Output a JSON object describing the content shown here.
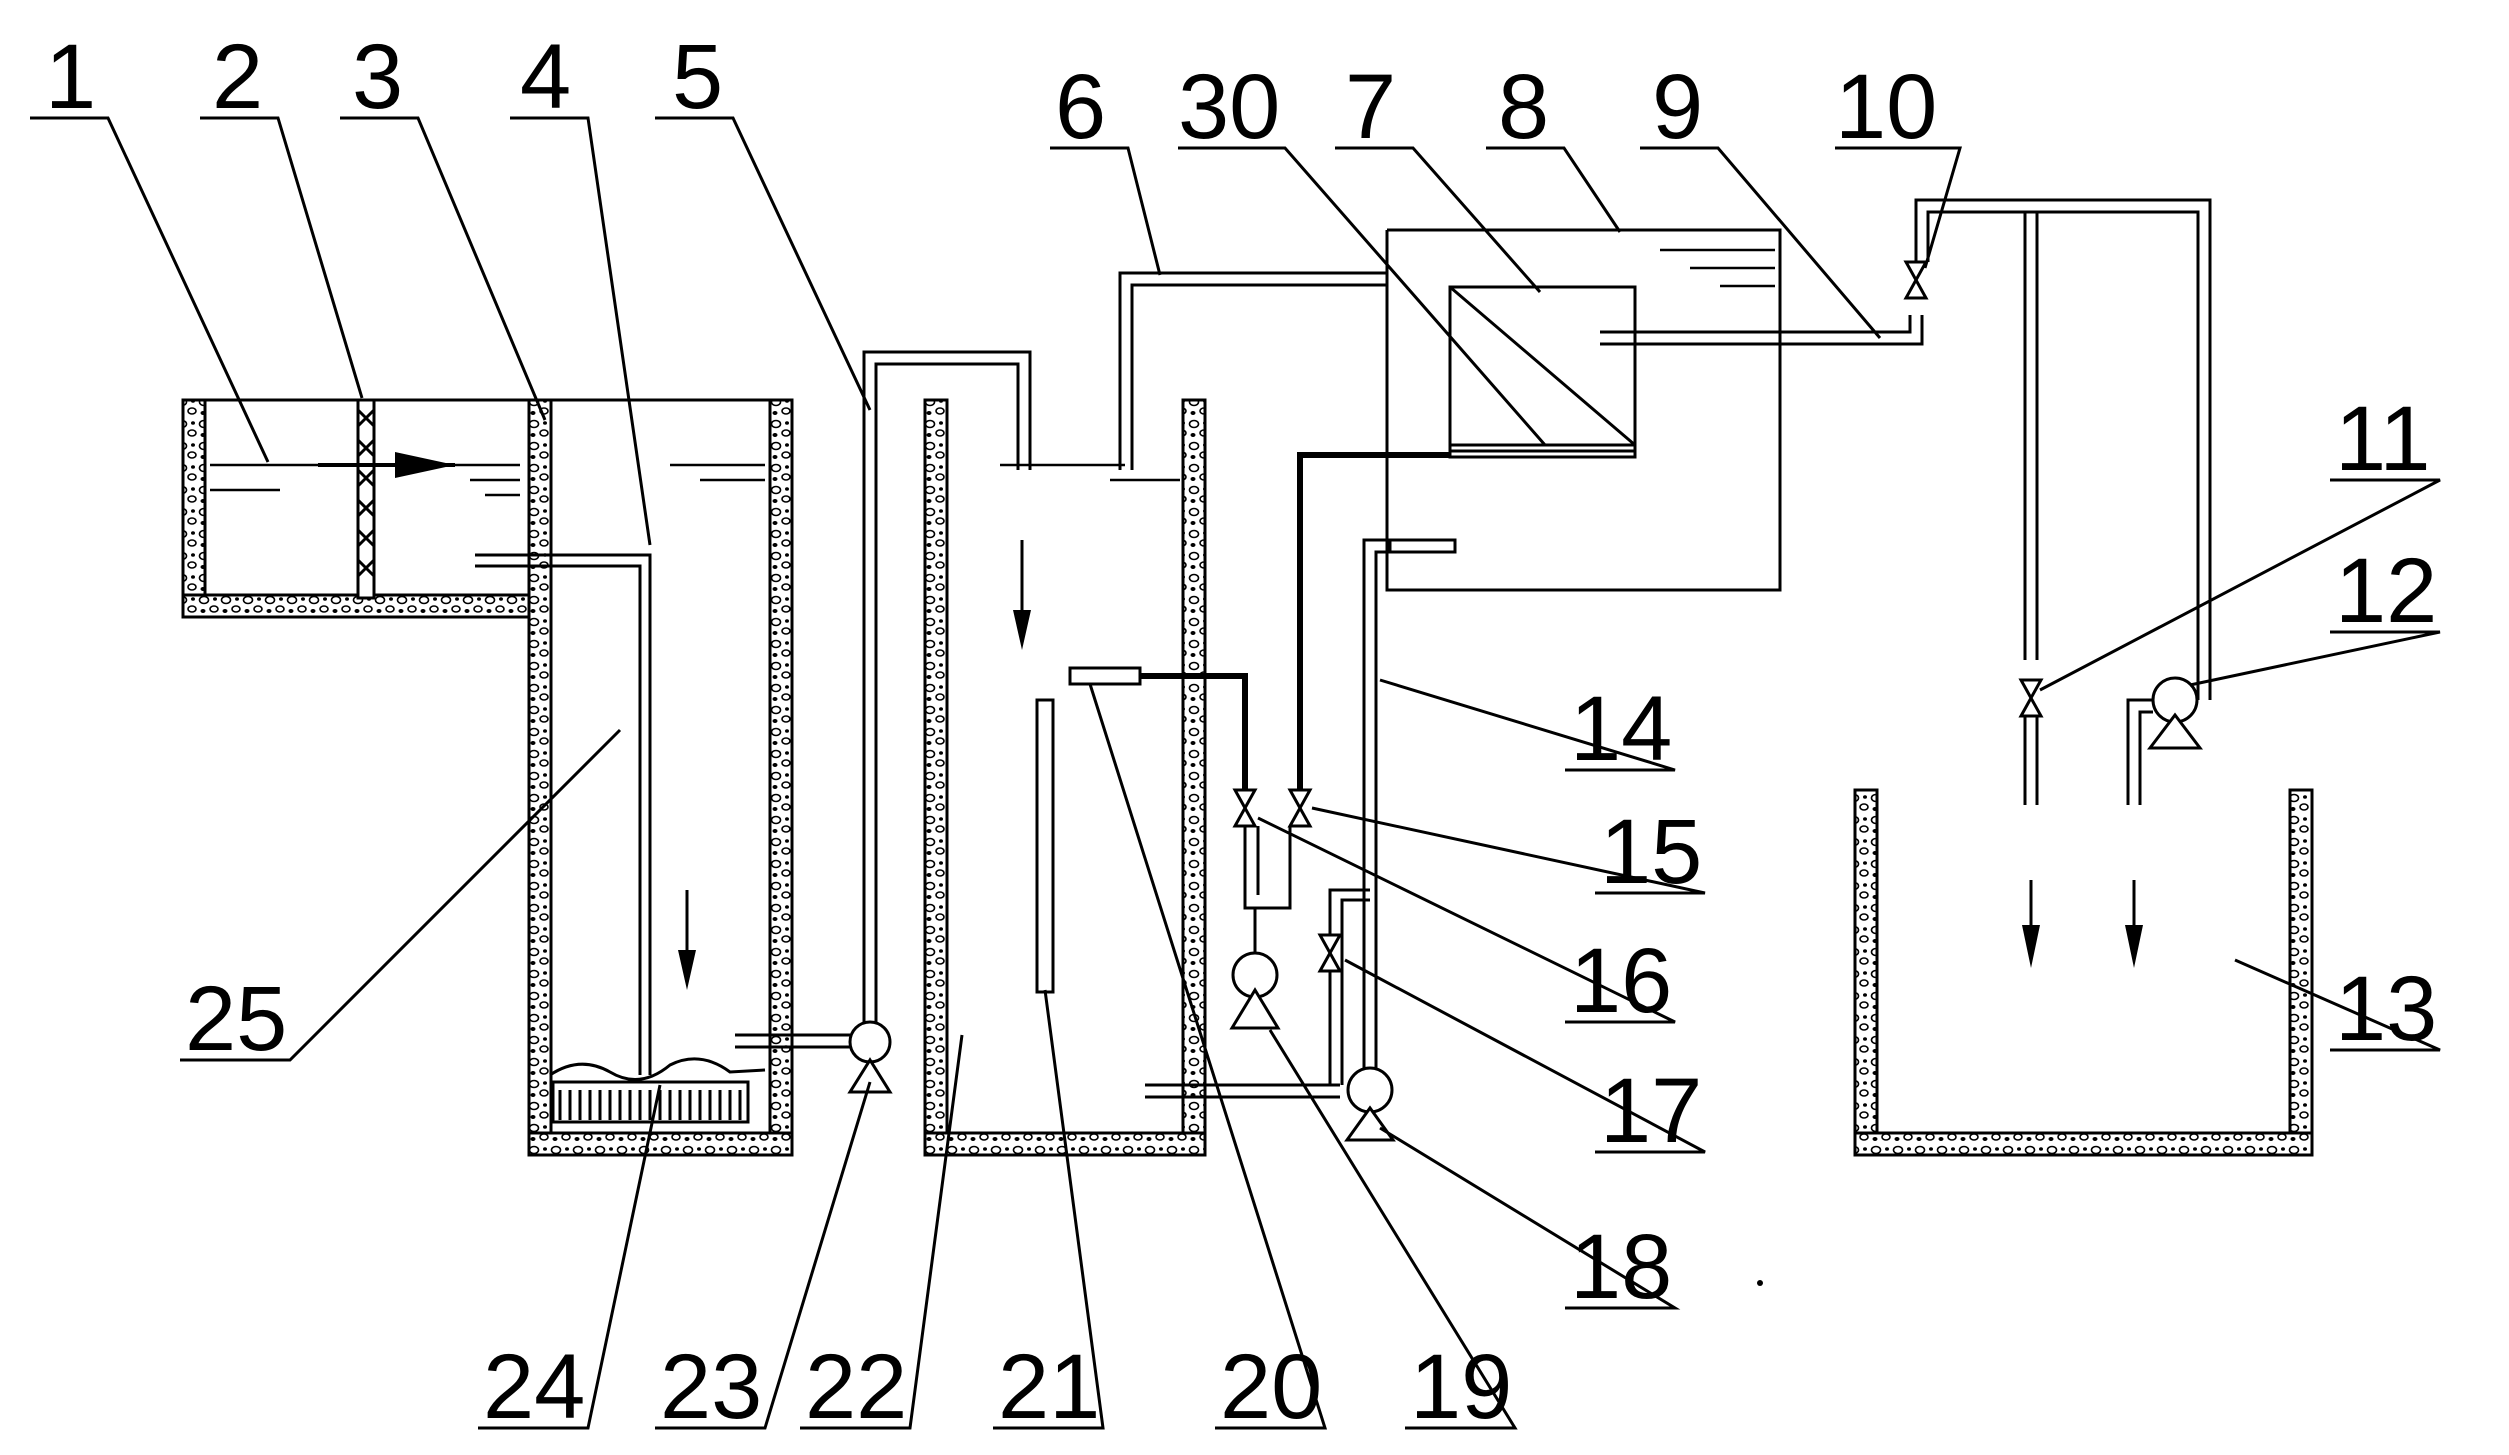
{
  "labels": [
    {
      "id": "1",
      "text": "1"
    },
    {
      "id": "2",
      "text": "2"
    },
    {
      "id": "3",
      "text": "3"
    },
    {
      "id": "4",
      "text": "4"
    },
    {
      "id": "5",
      "text": "5"
    },
    {
      "id": "6",
      "text": "6"
    },
    {
      "id": "30",
      "text": "30"
    },
    {
      "id": "7",
      "text": "7"
    },
    {
      "id": "8",
      "text": "8"
    },
    {
      "id": "9",
      "text": "9"
    },
    {
      "id": "10",
      "text": "10"
    },
    {
      "id": "11",
      "text": "11"
    },
    {
      "id": "12",
      "text": "12"
    },
    {
      "id": "13",
      "text": "13"
    },
    {
      "id": "14",
      "text": "14"
    },
    {
      "id": "15",
      "text": "15"
    },
    {
      "id": "16",
      "text": "16"
    },
    {
      "id": "17",
      "text": "17"
    },
    {
      "id": "18",
      "text": "18"
    },
    {
      "id": "19",
      "text": "19"
    },
    {
      "id": "20",
      "text": "20"
    },
    {
      "id": "21",
      "text": "21"
    },
    {
      "id": "22",
      "text": "22"
    },
    {
      "id": "23",
      "text": "23"
    },
    {
      "id": "24",
      "text": "24"
    },
    {
      "id": "25",
      "text": "25"
    }
  ]
}
